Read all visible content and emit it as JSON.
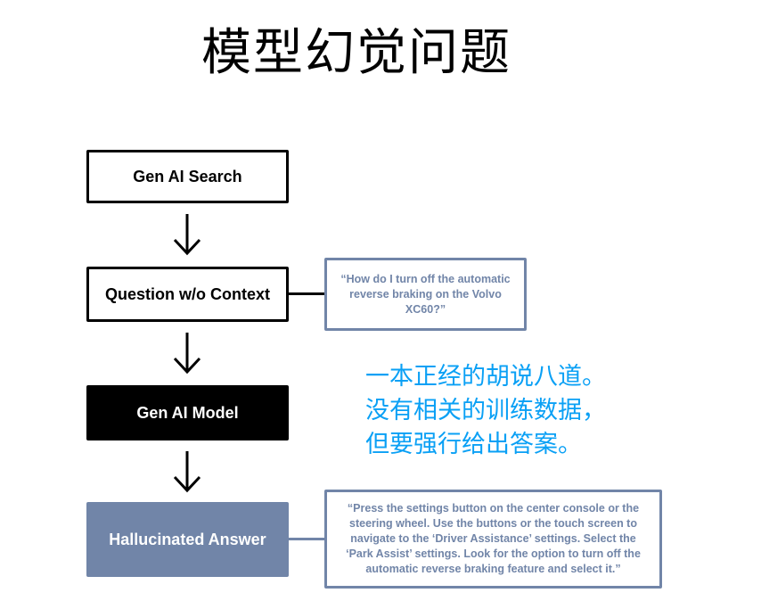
{
  "title": "模型幻觉问题",
  "flow": {
    "step1": "Gen AI Search",
    "step2": "Question w/o Context",
    "step3": "Gen AI Model",
    "step4": "Hallucinated Answer"
  },
  "quotes": {
    "question": "“How do I turn off the automatic reverse braking on the Volvo XC60?”",
    "answer": "“Press the settings button on the center console or the steering wheel. Use the buttons or the touch screen to navigate to the ‘Driver Assistance’ settings. Select the ‘Park Assist’ settings. Look for the option to turn off the automatic reverse braking feature and select it.”"
  },
  "note": {
    "line1": "一本正经的胡说八道。",
    "line2": "没有相关的训练数据，",
    "line3": "但要强行给出答案。"
  },
  "colors": {
    "accent_blue": "#7185a8",
    "note_blue": "#0aa0f5"
  }
}
